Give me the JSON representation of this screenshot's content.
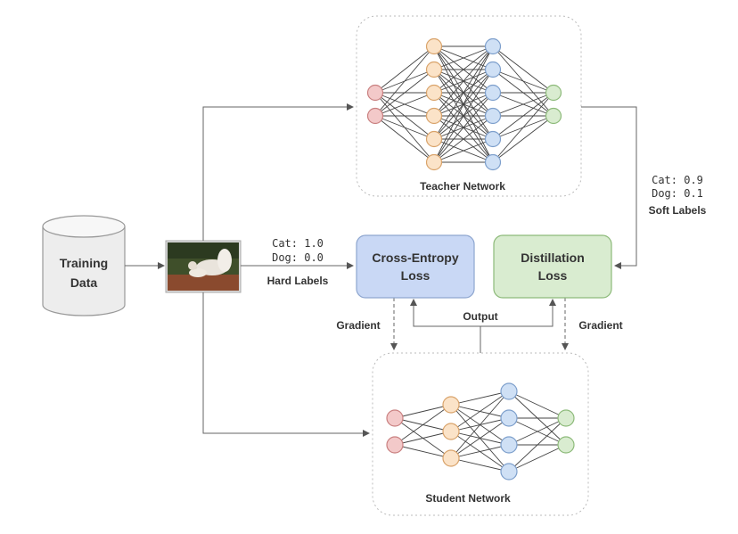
{
  "training_data": {
    "line1": "Training",
    "line2": "Data"
  },
  "teacher": {
    "label": "Teacher Network",
    "layers": [
      2,
      6,
      6,
      2
    ]
  },
  "student": {
    "label": "Student Network",
    "layers": [
      2,
      3,
      4,
      2
    ]
  },
  "hard_labels": {
    "cat": "Cat: 1.0",
    "dog": "Dog: 0.0",
    "title": "Hard Labels"
  },
  "soft_labels": {
    "cat": "Cat: 0.9",
    "dog": "Dog: 0.1",
    "title": "Soft Labels"
  },
  "ce_loss": {
    "line1": "Cross-Entropy",
    "line2": "Loss"
  },
  "distill_loss": {
    "line1": "Distillation",
    "line2": "Loss"
  },
  "output_label": "Output",
  "gradient_left": "Gradient",
  "gradient_right": "Gradient",
  "colors": {
    "input_node": "#f3c9c9",
    "input_stroke": "#c98080",
    "hidden1_node": "#fbe3c8",
    "hidden1_stroke": "#d9a36a",
    "hidden2_node": "#cfe0f5",
    "hidden2_stroke": "#7d9fcc",
    "output_node": "#d9ecd0",
    "output_stroke": "#8dba7a",
    "ce_fill": "#c9d8f5",
    "distill_fill": "#d9ecd0"
  }
}
